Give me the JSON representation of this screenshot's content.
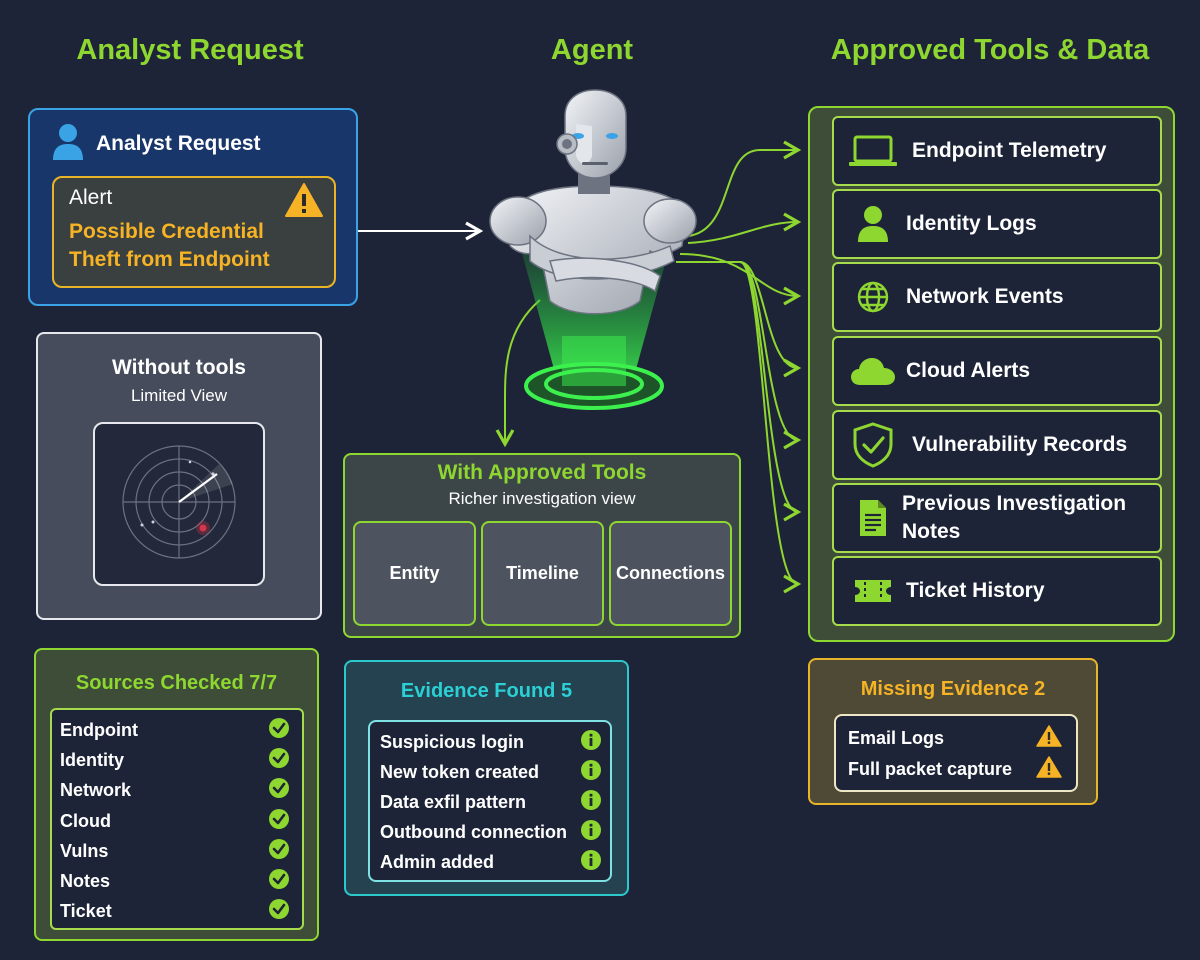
{
  "columns": {
    "analyst": "Analyst Request",
    "agent": "Agent",
    "tools": "Approved Tools & Data"
  },
  "request": {
    "title": "Analyst Request",
    "alert_label": "Alert",
    "alert_text": "Possible Credential Theft from Endpoint"
  },
  "without_tools": {
    "title": "Without tools",
    "subtitle": "Limited View"
  },
  "with_tools": {
    "title": "With Approved Tools",
    "subtitle": "Richer investigation view",
    "panes": [
      "Entity",
      "Timeline",
      "Connections"
    ]
  },
  "tools": [
    {
      "label": "Endpoint Telemetry",
      "icon": "laptop-icon"
    },
    {
      "label": "Identity Logs",
      "icon": "user-icon"
    },
    {
      "label": "Network Events",
      "icon": "globe-icon"
    },
    {
      "label": "Cloud Alerts",
      "icon": "cloud-icon"
    },
    {
      "label": "Vulnerability Records",
      "icon": "shield-check-icon"
    },
    {
      "label": "Previous Investigation Notes",
      "icon": "document-icon"
    },
    {
      "label": "Ticket History",
      "icon": "ticket-icon"
    }
  ],
  "sources": {
    "title": "Sources Checked 7/7",
    "items": [
      "Endpoint",
      "Identity",
      "Network",
      "Cloud",
      "Vulns",
      "Notes",
      "Ticket"
    ]
  },
  "evidence": {
    "title": "Evidence Found 5",
    "items": [
      "Suspicious login",
      "New token created",
      "Data exfil pattern",
      "Outbound connection",
      "Admin added"
    ]
  },
  "missing": {
    "title": "Missing Evidence 2",
    "items": [
      "Email Logs",
      "Full packet capture"
    ]
  },
  "colors": {
    "background": "#1e2437",
    "green": "#8ed630",
    "blue": "#3aa3e6",
    "amber": "#f5b325",
    "teal": "#2bc8cc"
  }
}
